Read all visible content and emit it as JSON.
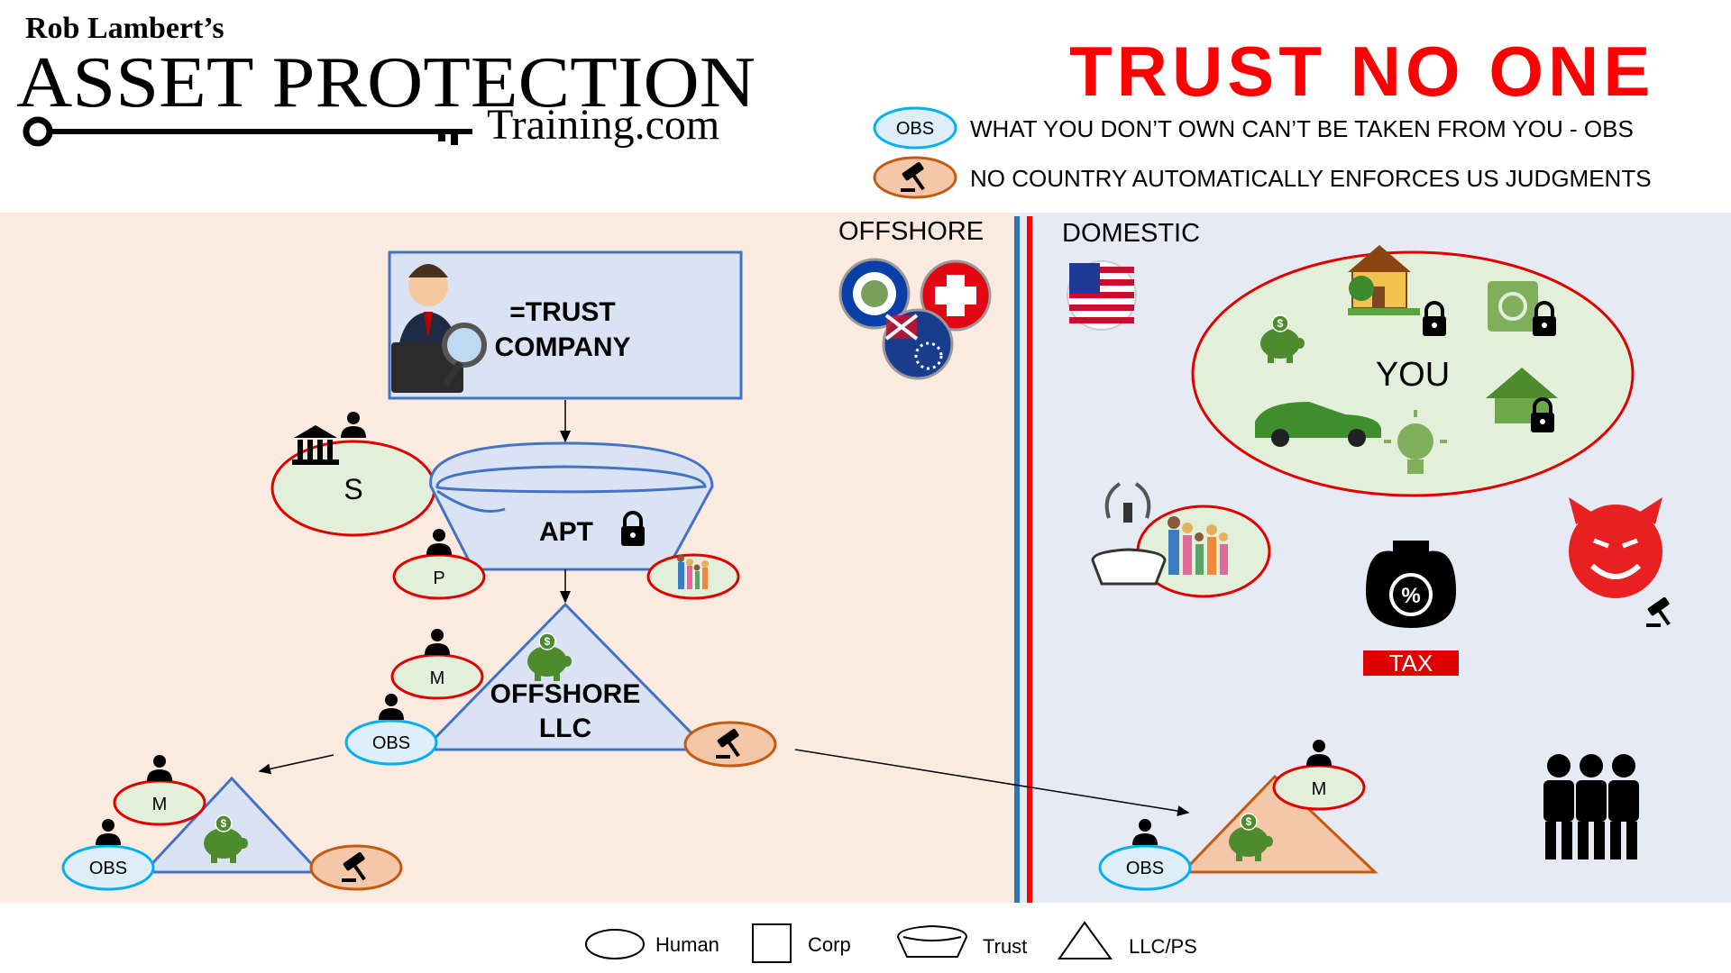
{
  "header": {
    "brand_top": "Rob Lambert’s",
    "brand_main": "ASSET PROTECTION",
    "brand_domain": "Training.com",
    "headline": "TRUST NO ONE",
    "rules": [
      {
        "badge": "OBS",
        "text": "WHAT YOU DON’T OWN CAN’T BE TAKEN FROM YOU - OBS"
      },
      {
        "badge": "",
        "icon": "gavel-icon",
        "text": "NO COUNTRY AUTOMATICALLY ENFORCES US JUDGMENTS"
      }
    ]
  },
  "offshore": {
    "label": "OFFSHORE",
    "flags": [
      "belize-flag",
      "switzerland-flag",
      "cook-islands-flag"
    ],
    "trust_company": {
      "line1": "=TRUST",
      "line2": "COMPANY"
    },
    "settlor": "S",
    "apt": "APT",
    "protector": "P",
    "offshore_llc": {
      "line1": "OFFSHORE",
      "line2": "LLC"
    },
    "llc_manager": "M",
    "llc_obs": "OBS",
    "sub_llc_manager": "M",
    "sub_llc_obs": "OBS"
  },
  "domestic": {
    "label": "DOMESTIC",
    "flag": "usa-flag",
    "you_label": "YOU",
    "tax_label": "TAX",
    "llc_manager": "M",
    "llc_obs": "OBS"
  },
  "legend": [
    {
      "shape": "ellipse",
      "label": "Human"
    },
    {
      "shape": "square",
      "label": "Corp"
    },
    {
      "shape": "trust",
      "label": "Trust"
    },
    {
      "shape": "triangle",
      "label": "LLC/PS"
    }
  ],
  "colors": {
    "offshore_bg": "#FBEADF",
    "domestic_bg": "#E5EAF4",
    "accent_red": "#FF0000",
    "border_blue": "#4472C4",
    "piggy_green": "#4E8A2E",
    "obs_blue": "#DDEEF9",
    "gavel_orange": "#F4C7A9"
  }
}
